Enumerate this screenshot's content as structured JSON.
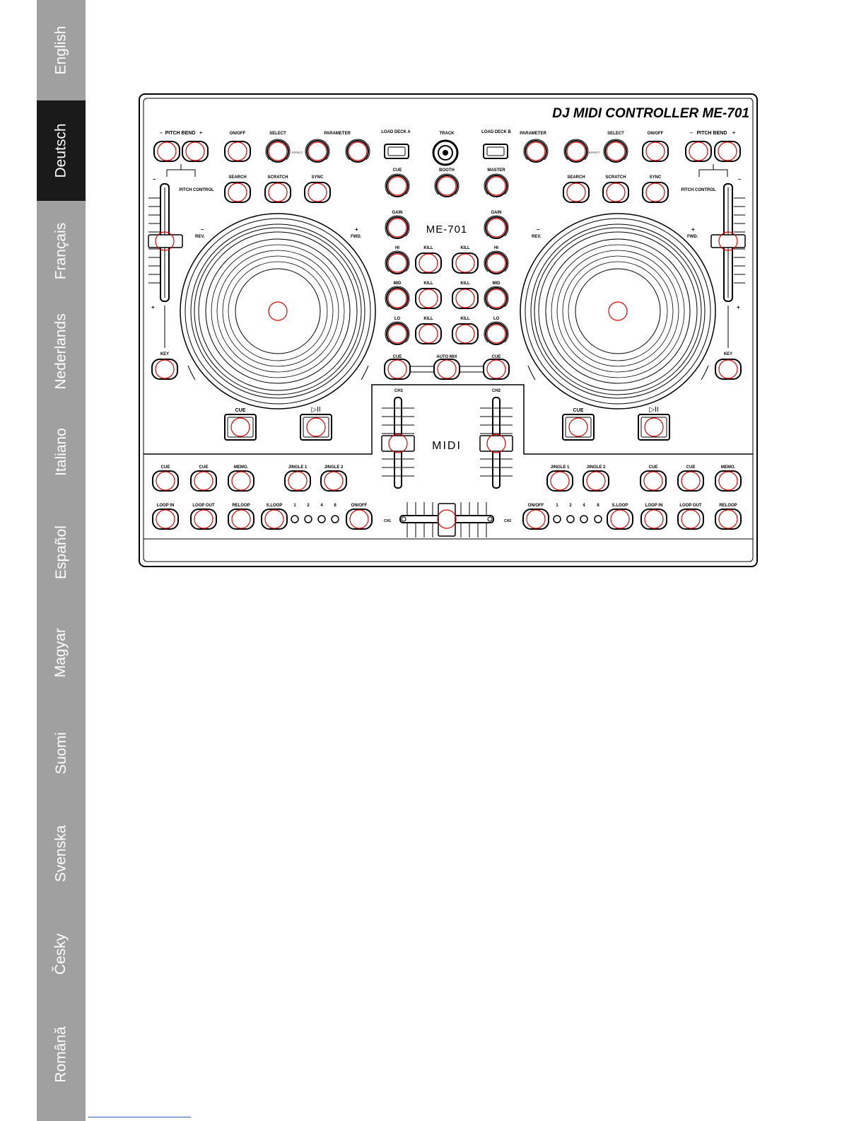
{
  "sidebar": {
    "tabs": [
      {
        "label": "English",
        "active": false
      },
      {
        "label": "Deutsch",
        "active": true
      },
      {
        "label": "Français",
        "active": false
      },
      {
        "label": "Nederlands",
        "active": false
      },
      {
        "label": "Italiano",
        "active": false
      },
      {
        "label": "Español",
        "active": false
      },
      {
        "label": "Magyar",
        "active": false
      },
      {
        "label": "Suomi",
        "active": false
      },
      {
        "label": "Svenska",
        "active": false
      },
      {
        "label": "Česky",
        "active": false
      },
      {
        "label": "Română",
        "active": false
      }
    ]
  },
  "controller": {
    "brand": "DJ MIDI CONTROLLER  ME-701",
    "model": "ME-701",
    "midi": "MIDI",
    "top_left": {
      "pitch_bend": "PITCH BEND",
      "minus": "–",
      "plus": "+",
      "on_off": "ON/OFF",
      "select": "SELECT",
      "parameter": "PARAMETER",
      "effect": "EFFECT",
      "search": "SEARCH",
      "scratch": "SCRATCH",
      "sync": "SYNC",
      "pitch_control": "PITCH CONTROL",
      "rev": "REV.",
      "fwd": "FWD.",
      "key": "KEY",
      "cue": "CUE",
      "play_pause": "▷II",
      "pitch_minus": "–",
      "pitch_plus": "+"
    },
    "top_right": {
      "pitch_bend": "PITCH BEND",
      "minus": "–",
      "plus": "+",
      "on_off": "ON/OFF",
      "select": "SELECT",
      "parameter": "PARAMETER",
      "effect": "EFFECT",
      "search": "SEARCH",
      "scratch": "SCRATCH",
      "sync": "SYNC",
      "pitch_control": "PITCH CONTROL",
      "rev": "REV.",
      "fwd": "FWD.",
      "key": "KEY",
      "cue": "CUE",
      "play_pause": "▷II",
      "pitch_minus": "–",
      "pitch_plus": "+"
    },
    "center": {
      "load_deck_a": "LOAD DECK A",
      "load_deck_b": "LOAD DECK B",
      "track": "TRACK",
      "cue": "CUE",
      "booth": "BOOTH",
      "master": "MASTER",
      "gain": "GAIN",
      "hi": "HI",
      "mid": "MID",
      "lo": "LO",
      "kill": "KILL",
      "auto_mix": "AUTO MIX",
      "ch1": "CH1",
      "ch2": "CH2"
    },
    "bottom_left": {
      "row1": [
        "CUE",
        "CUE",
        "MEMO.",
        "JINGLE 1",
        "JINGLE 2"
      ],
      "row2": [
        "LOOP IN",
        "LOOP OUT",
        "RELOOP",
        "S.LOOP",
        "1",
        "2",
        "4",
        "8",
        "ON/OFF"
      ]
    },
    "bottom_right": {
      "row1": [
        "JINGLE 1",
        "JINGLE 2",
        "CUE",
        "CUE",
        "MEMO."
      ],
      "row2": [
        "ON/OFF",
        "1",
        "2",
        "4",
        "8",
        "S.LOOP",
        "LOOP IN",
        "LOOP OUT",
        "RELOOP"
      ]
    },
    "crossfader": {
      "left": "CH1",
      "right": "CH2"
    }
  }
}
